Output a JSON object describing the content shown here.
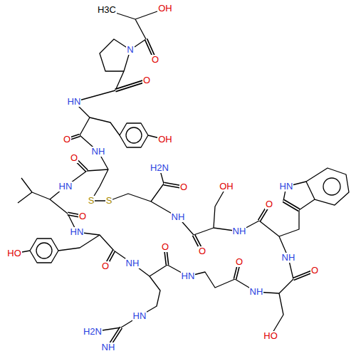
{
  "diagram": {
    "labels": [
      "H3C",
      "OH",
      "N",
      "O",
      "O",
      "HN",
      "O",
      "OH",
      "NH",
      "O",
      "H2N",
      "HN",
      "OH",
      "HN",
      "O",
      "S",
      "S",
      "O",
      "O",
      "NH",
      "NH",
      "HN",
      "O",
      "O",
      "HO",
      "NH",
      "O",
      "NH",
      "O",
      "O",
      "HN",
      "NH",
      "HN",
      "H2N",
      "HO",
      "NH"
    ]
  }
}
